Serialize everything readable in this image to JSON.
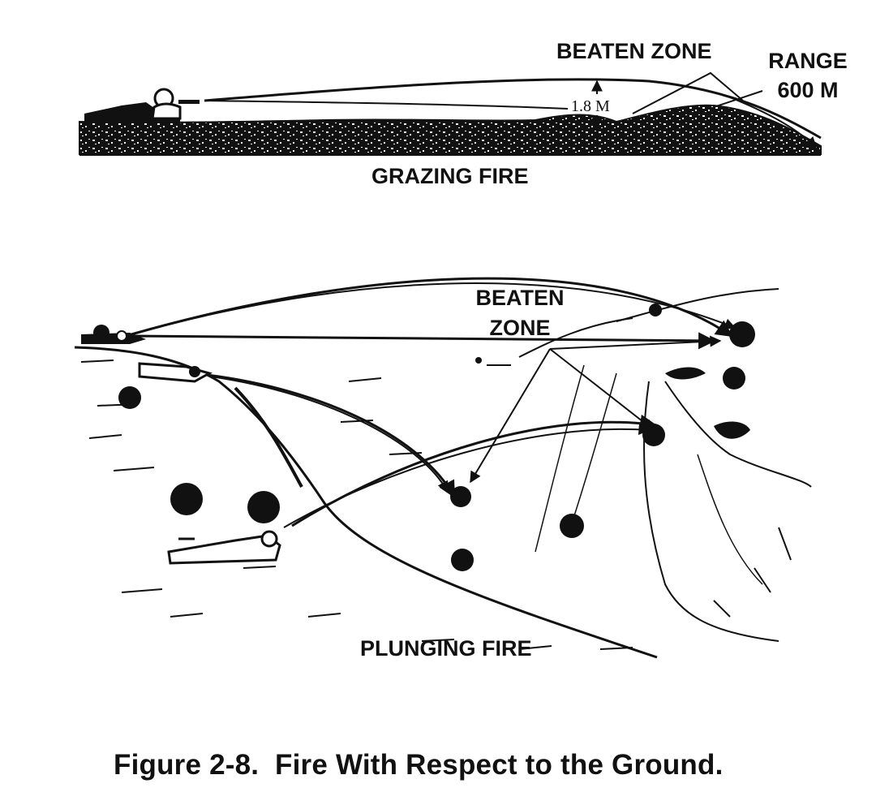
{
  "grazing": {
    "beaten_zone_label": "BEATEN ZONE",
    "range_line1": "RANGE",
    "range_line2": "600 M",
    "height_marker": "1.8 M",
    "title": "GRAZING FIRE"
  },
  "plunging": {
    "beaten_line1": "BEATEN",
    "beaten_line2": "ZONE",
    "title": "PLUNGING FIRE"
  },
  "caption": "Figure 2-8.  Fire With Respect to the Ground.",
  "colors": {
    "ink": "#111111",
    "paper": "#ffffff"
  }
}
